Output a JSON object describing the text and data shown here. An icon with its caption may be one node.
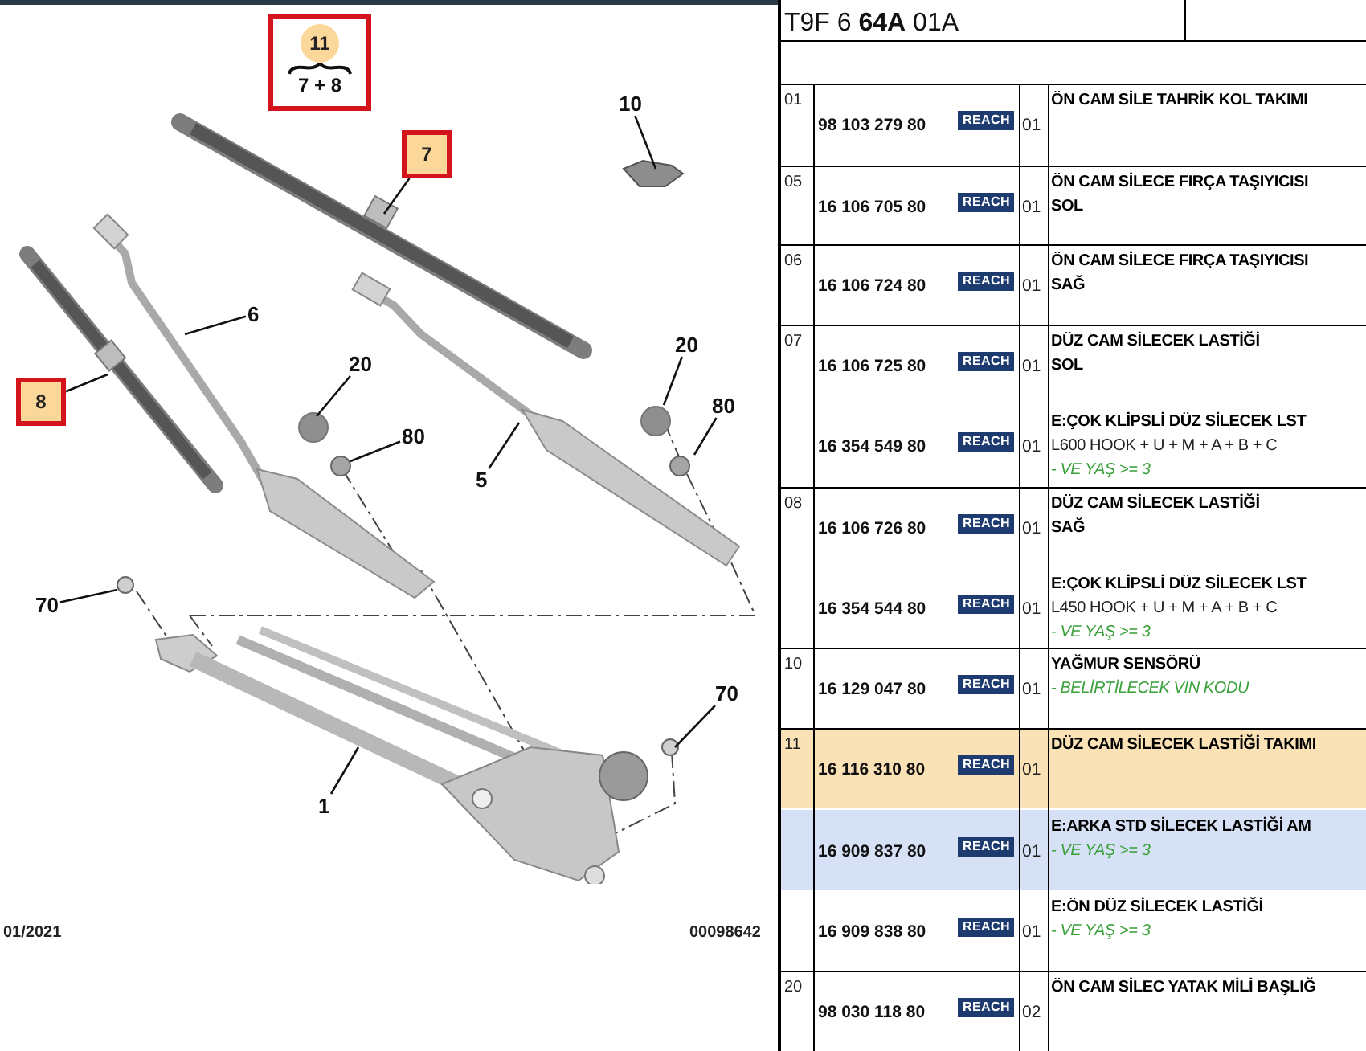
{
  "diagram": {
    "nodes": [
      {
        "text": [
          "11",
          "7 + 8"
        ]
      },
      {
        "text": [
          "10"
        ]
      },
      {
        "text": [
          "7"
        ]
      },
      {
        "text": [
          "6"
        ]
      },
      {
        "text": [
          "20"
        ]
      },
      {
        "text": [
          "20"
        ]
      },
      {
        "text": [
          "8"
        ]
      },
      {
        "text": [
          "80"
        ]
      },
      {
        "text": [
          "80"
        ]
      },
      {
        "text": [
          "5"
        ]
      },
      {
        "text": [
          "70"
        ]
      },
      {
        "text": [
          "70"
        ]
      },
      {
        "text": [
          "1"
        ]
      }
    ],
    "edges": [
      {
        "from": 1,
        "to": null,
        "arrow": "none"
      },
      {
        "from": 2,
        "to": null,
        "arrow": "none"
      },
      {
        "from": 3,
        "to": null,
        "arrow": "none"
      },
      {
        "from": 4,
        "to": null,
        "arrow": "none"
      },
      {
        "from": 5,
        "to": null,
        "arrow": "none"
      },
      {
        "from": 6,
        "to": null,
        "arrow": "none"
      },
      {
        "from": 7,
        "to": null,
        "arrow": "none"
      },
      {
        "from": 8,
        "to": null,
        "arrow": "none"
      },
      {
        "from": 9,
        "to": null,
        "arrow": "none"
      },
      {
        "from": 10,
        "to": null,
        "arrow": "none"
      },
      {
        "from": 11,
        "to": null,
        "arrow": "none"
      },
      {
        "from": 12,
        "to": null,
        "arrow": "none"
      }
    ],
    "labels": [
      "01/2021",
      "00098642",
      "T9F 6 **64A** 01A",
      "01",
      "98 103 279 80",
      "REACH",
      "01",
      "ÖN CAM SİLE TAHRİK KOL TAKIMI",
      "05",
      "16 106 705 80",
      "REACH",
      "01",
      "ÖN CAM SİLECE FIRÇA TAŞIYICISI",
      "SOL",
      "06",
      "16 106 724 80",
      "REACH",
      "01",
      "ÖN CAM SİLECE FIRÇA TAŞIYICISI",
      "SAĞ",
      "07",
      "16 106 725 80",
      "REACH",
      "01",
      "DÜZ CAM SİLECEK LASTİĞİ",
      "SOL",
      "16 354 549 80",
      "REACH",
      "01",
      "E:ÇOK KLİPSLİ DÜZ SİLECEK LST",
      "L600 HOOK + U + M + A + B + C",
      "- VE YAŞ >= 3",
      "08",
      "16 106 726 80",
      "REACH",
      "01",
      "DÜZ CAM SİLECEK LASTİĞİ",
      "SAĞ",
      "16 354 544 80",
      "REACH",
      "01",
      "E:ÇOK KLİPSLİ DÜZ SİLECEK LST",
      "L450 HOOK + U + M + A + B + C",
      "- VE YAŞ >= 3",
      "10",
      "16 129 047 80",
      "REACH",
      "01",
      "YAĞMUR SENSÖRÜ",
      "- BELİRTİLECEK VIN KODU",
      "11",
      "16 116 310 80",
      "REACH",
      "01",
      "DÜZ CAM SİLECEK LASTİĞİ TAKIMI",
      "16 909 837 80",
      "REACH",
      "01",
      "E:ARKA STD SİLECEK LASTİĞİ AM",
      "- VE YAŞ >= 3",
      "16 909 838 80",
      "REACH",
      "01",
      "E:ÖN DÜZ SİLECEK LASTİĞİ",
      "- VE YAŞ >= 3",
      "20",
      "98 030 118 80",
      "REACH",
      "02",
      "ÖN CAM SİLEC YATAK MİLİ BAŞLIĞ"
    ]
  }
}
